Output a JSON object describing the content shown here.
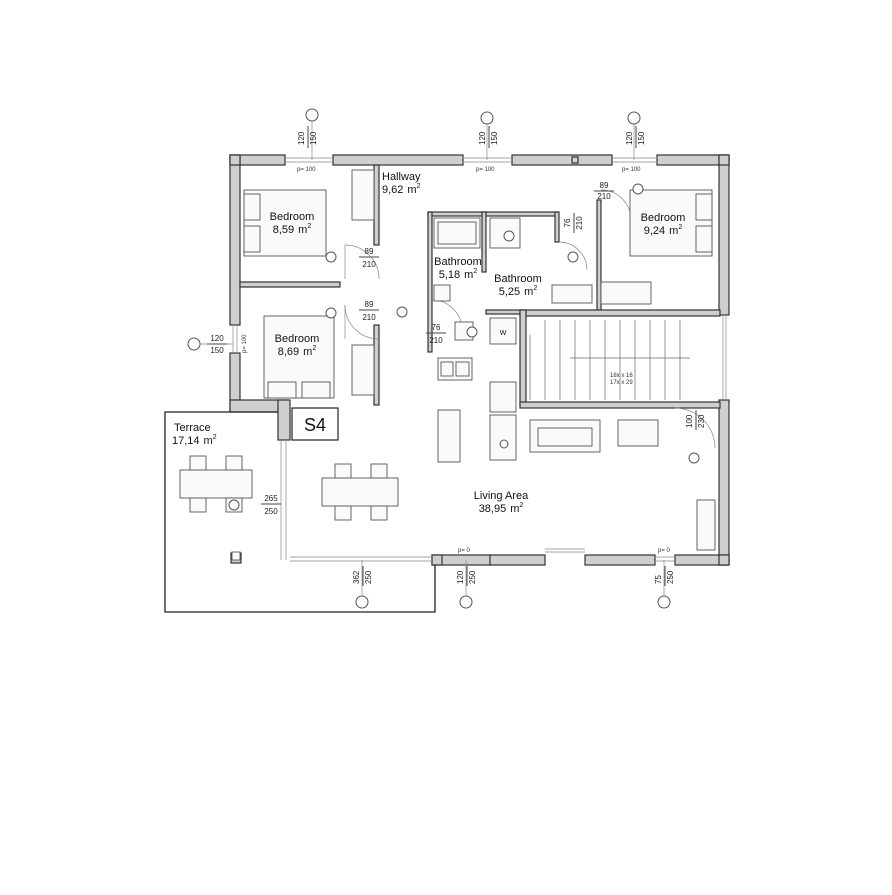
{
  "plan_label": "S4",
  "rooms": {
    "hallway": {
      "name": "Hallway",
      "area": "9,62",
      "unit": "m"
    },
    "bedroom_1": {
      "name": "Bedroom",
      "area": "8,59",
      "unit": "m"
    },
    "bedroom_2": {
      "name": "Bedroom",
      "area": "8,69",
      "unit": "m"
    },
    "bedroom_3": {
      "name": "Bedroom",
      "area": "9,24",
      "unit": "m"
    },
    "bathroom_1": {
      "name": "Bathroom",
      "area": "5,18",
      "unit": "m"
    },
    "bathroom_2": {
      "name": "Bathroom",
      "area": "5,25",
      "unit": "m"
    },
    "terrace": {
      "name": "Terrace",
      "area": "17,14",
      "unit": "m"
    },
    "living_area": {
      "name": "Living Area",
      "area": "38,95",
      "unit": "m"
    }
  },
  "window_tags": {
    "top_left": {
      "width": "120",
      "height": "150",
      "parapet": "p= 100"
    },
    "top_center": {
      "width": "120",
      "height": "150",
      "parapet": "p= 100"
    },
    "top_right": {
      "width": "120",
      "height": "150",
      "parapet": "p= 100"
    },
    "left": {
      "width": "120",
      "height": "150",
      "parapet": "p= 100"
    },
    "bottom_left": {
      "width": "362",
      "height": "250"
    },
    "bottom_mid": {
      "width": "120",
      "height": "250",
      "parapet": "p= 0"
    },
    "bottom_right": {
      "width": "75",
      "height": "250",
      "parapet": "p= 0"
    },
    "stair_side": {
      "width": "100",
      "height": "230"
    }
  },
  "door_tags": {
    "bedroom_1": {
      "width": "89",
      "height": "210"
    },
    "bedroom_2": {
      "width": "89",
      "height": "210"
    },
    "bedroom_3": {
      "width": "89",
      "height": "210"
    },
    "bathroom_1": {
      "width": "76",
      "height": "210"
    },
    "bathroom_2": {
      "width": "76",
      "height": "210"
    },
    "terrace": {
      "width": "265",
      "height": "250"
    }
  },
  "stair_note_1": "18x x 16",
  "stair_note_2": "17x x 29",
  "washer_label": "W"
}
